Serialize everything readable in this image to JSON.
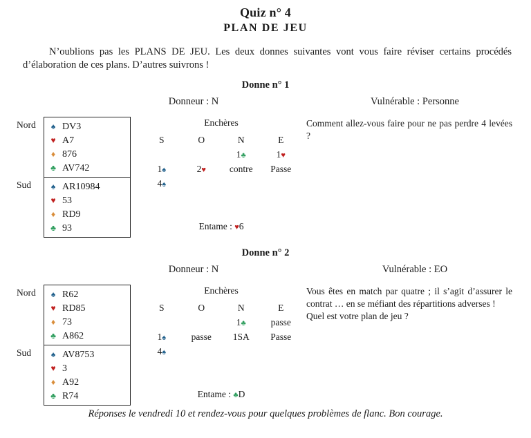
{
  "document": {
    "title": "Quiz n° 4",
    "subtitle": "PLAN  DE  JEU",
    "intro": "N’oublions pas les PLANS DE JEU. Les deux donnes suivantes vont vous faire réviser certains procédés d’élaboration de ces plans. D’autres suivrons !",
    "footer": "Réponses le vendredi 10 et rendez-vous pour quelques problèmes de flanc. Bon courage."
  },
  "suits": {
    "spade": "♠",
    "heart": "♥",
    "diamond": "♦",
    "club": "♣"
  },
  "suit_colors": {
    "spade": "#1f5f8b",
    "heart": "#c0201f",
    "diamond": "#d98d3a",
    "club": "#2f9e5e"
  },
  "labels": {
    "nord": "Nord",
    "sud": "Sud",
    "encheres": "Enchères",
    "entame_prefix": "Entame : "
  },
  "deals": [
    {
      "title": "Donne n° 1",
      "dealer": "Donneur : N",
      "vulnerable": "Vulnérable : Personne",
      "hands": {
        "north": {
          "label": "Nord",
          "spades": "DV3",
          "hearts": "A7",
          "diamonds": "876",
          "clubs": "AV742"
        },
        "south": {
          "label": "Sud",
          "spades": "AR10984",
          "hearts": "53",
          "diamonds": "RD9",
          "clubs": "93"
        }
      },
      "auction": {
        "title": "Enchères",
        "headers": [
          "S",
          "O",
          "N",
          "E"
        ],
        "rows": [
          [
            {
              "text": "",
              "suit": ""
            },
            {
              "text": "",
              "suit": ""
            },
            {
              "text": "1",
              "suit": "club"
            },
            {
              "text": "1",
              "suit": "heart"
            }
          ],
          [
            {
              "text": "1",
              "suit": "spade"
            },
            {
              "text": "2",
              "suit": "heart"
            },
            {
              "text": "contre",
              "suit": ""
            },
            {
              "text": "Passe",
              "suit": ""
            }
          ],
          [
            {
              "text": "4",
              "suit": "spade"
            },
            {
              "text": "",
              "suit": ""
            },
            {
              "text": "",
              "suit": ""
            },
            {
              "text": "",
              "suit": ""
            }
          ]
        ]
      },
      "lead": {
        "label": "Entame : ",
        "suit": "heart",
        "card": "6"
      },
      "question": [
        "Comment allez-vous faire pour ne pas perdre 4 levées ?"
      ]
    },
    {
      "title": "Donne n° 2",
      "dealer": "Donneur : N",
      "vulnerable": "Vulnérable : EO",
      "hands": {
        "north": {
          "label": "Nord",
          "spades": "R62",
          "hearts": "RD85",
          "diamonds": "73",
          "clubs": "A862"
        },
        "south": {
          "label": "Sud",
          "spades": "AV8753",
          "hearts": "3",
          "diamonds": "A92",
          "clubs": "R74"
        }
      },
      "auction": {
        "title": "Enchères",
        "headers": [
          "S",
          "O",
          "N",
          "E"
        ],
        "rows": [
          [
            {
              "text": "",
              "suit": ""
            },
            {
              "text": "",
              "suit": ""
            },
            {
              "text": "1",
              "suit": "club"
            },
            {
              "text": "passe",
              "suit": ""
            }
          ],
          [
            {
              "text": "1",
              "suit": "spade"
            },
            {
              "text": "passe",
              "suit": ""
            },
            {
              "text": "1SA",
              "suit": ""
            },
            {
              "text": "Passe",
              "suit": ""
            }
          ],
          [
            {
              "text": "4",
              "suit": "spade"
            },
            {
              "text": "",
              "suit": ""
            },
            {
              "text": "",
              "suit": ""
            },
            {
              "text": "",
              "suit": ""
            }
          ]
        ]
      },
      "lead": {
        "label": "Entame : ",
        "suit": "club",
        "card": "D"
      },
      "question": [
        "Vous êtes en match par quatre ; il s’agit d’assurer le contrat … en se méfiant des répartitions adverses !",
        "Quel est votre plan de jeu ?"
      ]
    }
  ]
}
